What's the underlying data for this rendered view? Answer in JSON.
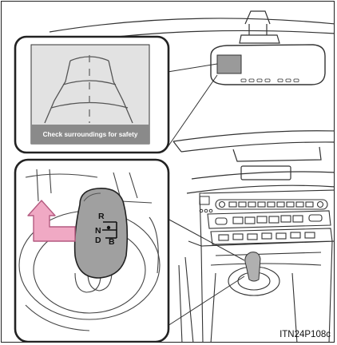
{
  "camera_display": {
    "caption": "Check surroundings for safety"
  },
  "shift_lever": {
    "positions": [
      "R",
      "N",
      "D",
      "B"
    ]
  },
  "figure_code": "ITN24P108c",
  "colors": {
    "screen_fill": "#e2e2e2",
    "mirror_display": "#9a9a9a",
    "caption_bar": "#8a8a8a",
    "arrow_fill": "#f0a9c4",
    "arrow_stroke": "#b45a80",
    "lever_fill": "#a0a0a0"
  },
  "icons": [
    "guide-lines-icon",
    "shift-direction-arrow-icon"
  ]
}
